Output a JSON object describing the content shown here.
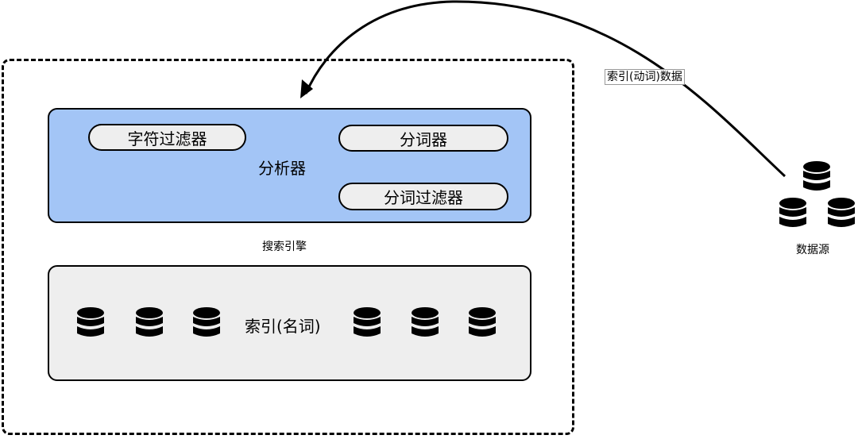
{
  "search_engine": {
    "label": "搜索引擎",
    "analyzer": {
      "label": "分析器",
      "char_filter": "字符过滤器",
      "tokenizer": "分词器",
      "token_filter": "分词过滤器"
    },
    "index": {
      "label": "索引(名词)"
    }
  },
  "data_source": {
    "label": "数据源"
  },
  "edge": {
    "label": "索引(动词)数据"
  },
  "colors": {
    "analyzer_fill": "#a3c5f6",
    "box_fill": "#eeeeee"
  },
  "icons": [
    "database-icon"
  ]
}
